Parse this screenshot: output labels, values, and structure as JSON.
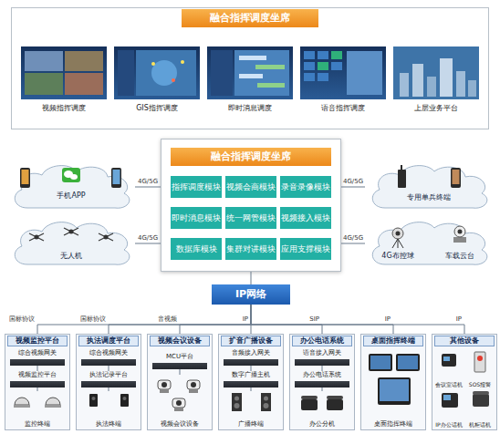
{
  "diagram": {
    "nodes": [
      {
        "text": [
          "融合指挥调度坐席"
        ]
      },
      {
        "text": [
          "视频指挥调度"
        ],
        "in": 0
      },
      {
        "text": [
          "GIS指挥调度"
        ],
        "in": 0
      },
      {
        "text": [
          "即时消息调度"
        ],
        "in": 0
      },
      {
        "text": [
          "语音指挥调度"
        ],
        "in": 0
      },
      {
        "text": [
          "上层业务平台"
        ],
        "in": 0
      },
      {
        "text": [
          "融合指挥调度坐席"
        ]
      },
      {
        "text": [
          "指挥调度模块"
        ],
        "in": 6
      },
      {
        "text": [
          "视频会商模块"
        ],
        "in": 6
      },
      {
        "text": [
          "录音录像模块"
        ],
        "in": 6
      },
      {
        "text": [
          "即时消息模块"
        ],
        "in": 6
      },
      {
        "text": [
          "统一网管模块"
        ],
        "in": 6
      },
      {
        "text": [
          "视频接入模块"
        ],
        "in": 6
      },
      {
        "text": [
          "数据库模块"
        ],
        "in": 6
      },
      {
        "text": [
          "集群对讲模块"
        ],
        "in": 6
      },
      {
        "text": [
          "应用支撑模块"
        ],
        "in": 6
      },
      {
        "text": [
          "手机APP"
        ]
      },
      {
        "text": [
          "无人机"
        ]
      },
      {
        "text": [
          "专用单兵终端"
        ]
      },
      {
        "text": [
          "4G布控球",
          "车载云台"
        ]
      },
      {
        "text": [
          "IP网络"
        ]
      },
      {
        "text": [
          "视频监控平台"
        ]
      },
      {
        "text": [
          "综合视频网关"
        ],
        "in": 21
      },
      {
        "text": [
          "视频监控平台"
        ],
        "in": 21
      },
      {
        "text": [
          "监控终端"
        ],
        "in": 21
      },
      {
        "text": [
          "执法调度平台"
        ]
      },
      {
        "text": [
          "综合视频网关"
        ],
        "in": 25
      },
      {
        "text": [
          "执法记录平台"
        ],
        "in": 25
      },
      {
        "text": [
          "执法终端"
        ],
        "in": 25
      },
      {
        "text": [
          "视频会议设备"
        ]
      },
      {
        "text": [
          "MCU平台"
        ],
        "in": 29
      },
      {
        "text": [
          "视频会议设备"
        ],
        "in": 29
      },
      {
        "text": [
          "扩音广播设备"
        ]
      },
      {
        "text": [
          "音频接入网关"
        ],
        "in": 32
      },
      {
        "text": [
          "数字广播主机"
        ],
        "in": 32
      },
      {
        "text": [
          "广播终端"
        ],
        "in": 32
      },
      {
        "text": [
          "办公电话系统"
        ]
      },
      {
        "text": [
          "语音接入网关"
        ],
        "in": 36
      },
      {
        "text": [
          "办公电话系统"
        ],
        "in": 36
      },
      {
        "text": [
          "办公分机"
        ],
        "in": 36
      },
      {
        "text": [
          "桌面指挥终端"
        ]
      },
      {
        "text": [
          "桌面指挥终端"
        ],
        "in": 40
      },
      {
        "text": [
          "其他设备"
        ]
      },
      {
        "text": [
          "会议室话机"
        ],
        "in": 42
      },
      {
        "text": [
          "SOS报警"
        ],
        "in": 42
      },
      {
        "text": [
          "IP办公话机"
        ],
        "in": 42
      },
      {
        "text": [
          "机柜话机"
        ],
        "in": 42
      }
    ],
    "edges": [
      {
        "from": 16,
        "to": 6,
        "arrow": "none",
        "label": "4G/5G"
      },
      {
        "from": 17,
        "to": 6,
        "arrow": "none",
        "label": "4G/5G"
      },
      {
        "from": 6,
        "to": 18,
        "arrow": "none",
        "label": "4G/5G"
      },
      {
        "from": 6,
        "to": 19,
        "arrow": "none",
        "label": "4G/5G"
      },
      {
        "from": 6,
        "to": 20,
        "arrow": "none"
      },
      {
        "from": 20,
        "to": 21,
        "arrow": "none",
        "label": "国标协议"
      },
      {
        "from": 20,
        "to": 25,
        "arrow": "none",
        "label": "国标协议"
      },
      {
        "from": 20,
        "to": 29,
        "arrow": "none",
        "label": "音视频"
      },
      {
        "from": 20,
        "to": 32,
        "arrow": "none",
        "label": "IP"
      },
      {
        "from": 20,
        "to": 36,
        "arrow": "none",
        "label": "SIP"
      },
      {
        "from": 20,
        "to": 40,
        "arrow": "none",
        "label": "IP"
      },
      {
        "from": 20,
        "to": 42,
        "arrow": "none",
        "label": "IP"
      },
      {
        "from": 22,
        "to": 23,
        "arrow": "none"
      },
      {
        "from": 23,
        "to": 24,
        "arrow": "none"
      },
      {
        "from": 26,
        "to": 27,
        "arrow": "none"
      },
      {
        "from": 27,
        "to": 28,
        "arrow": "none"
      },
      {
        "from": 30,
        "to": 31,
        "arrow": "none"
      },
      {
        "from": 33,
        "to": 34,
        "arrow": "none"
      },
      {
        "from": 34,
        "to": 35,
        "arrow": "none"
      },
      {
        "from": 37,
        "to": 38,
        "arrow": "none"
      },
      {
        "from": 38,
        "to": 39,
        "arrow": "none"
      }
    ]
  }
}
